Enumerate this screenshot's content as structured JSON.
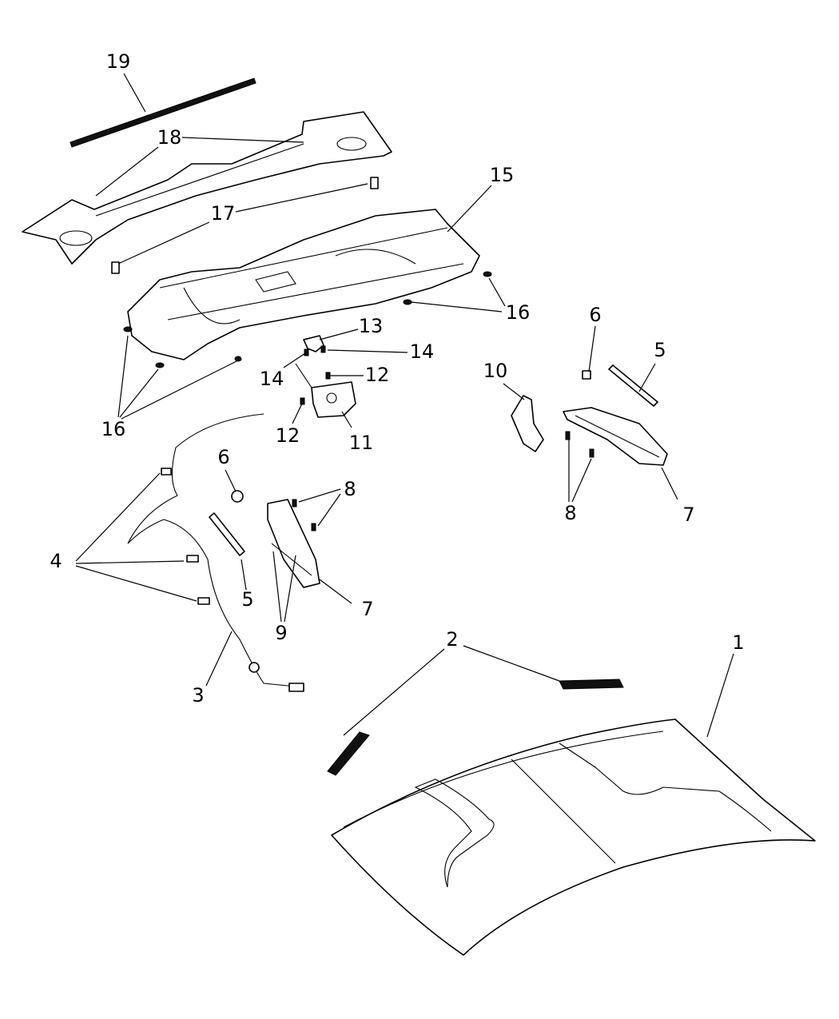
{
  "diagram": {
    "callouts": [
      "1",
      "2",
      "2",
      "3",
      "4",
      "4",
      "4",
      "5",
      "5",
      "6",
      "6",
      "7",
      "7",
      "8",
      "8",
      "9",
      "9",
      "10",
      "11",
      "12",
      "12",
      "13",
      "14",
      "14",
      "15",
      "16",
      "16",
      "16",
      "17",
      "17",
      "18",
      "18",
      "19"
    ],
    "labels": {
      "c1": "1",
      "c2": "2",
      "c3": "3",
      "c4": "4",
      "c5a": "5",
      "c5b": "5",
      "c6a": "6",
      "c6b": "6",
      "c7a": "7",
      "c7b": "7",
      "c8a": "8",
      "c8b": "8",
      "c9": "9",
      "c10": "10",
      "c11": "11",
      "c12a": "12",
      "c12b": "12",
      "c13": "13",
      "c14a": "14",
      "c14b": "14",
      "c15": "15",
      "c16a": "16",
      "c16b": "16",
      "c17": "17",
      "c18": "18",
      "c19": "19"
    }
  }
}
